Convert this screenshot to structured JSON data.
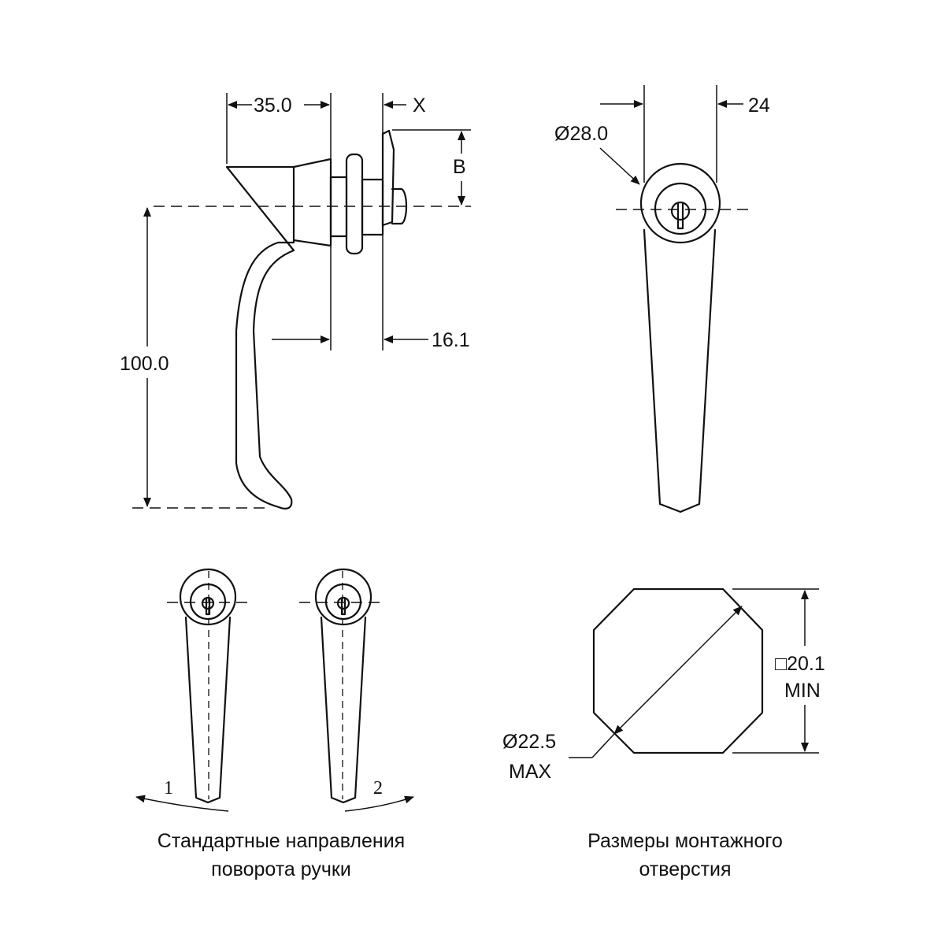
{
  "dimensions": {
    "width_35": "35.0",
    "x_label": "X",
    "b_label": "B",
    "thickness_16": "16.1",
    "height_100": "100.0",
    "diameter_28": "Ø28.0",
    "width_24": "24",
    "square_20": "□20.1",
    "min": "MIN",
    "diameter_22": "Ø22.5",
    "max": "MAX"
  },
  "rotation": {
    "dir_1": "1",
    "dir_2": "2"
  },
  "captions": {
    "rotation_line1": "Стандартные направления",
    "rotation_line2": "поворота ручки",
    "mounting_line1": "Размеры монтажного",
    "mounting_line2": "отверстия"
  },
  "colors": {
    "ink": "#111111",
    "paper": "#ffffff"
  }
}
